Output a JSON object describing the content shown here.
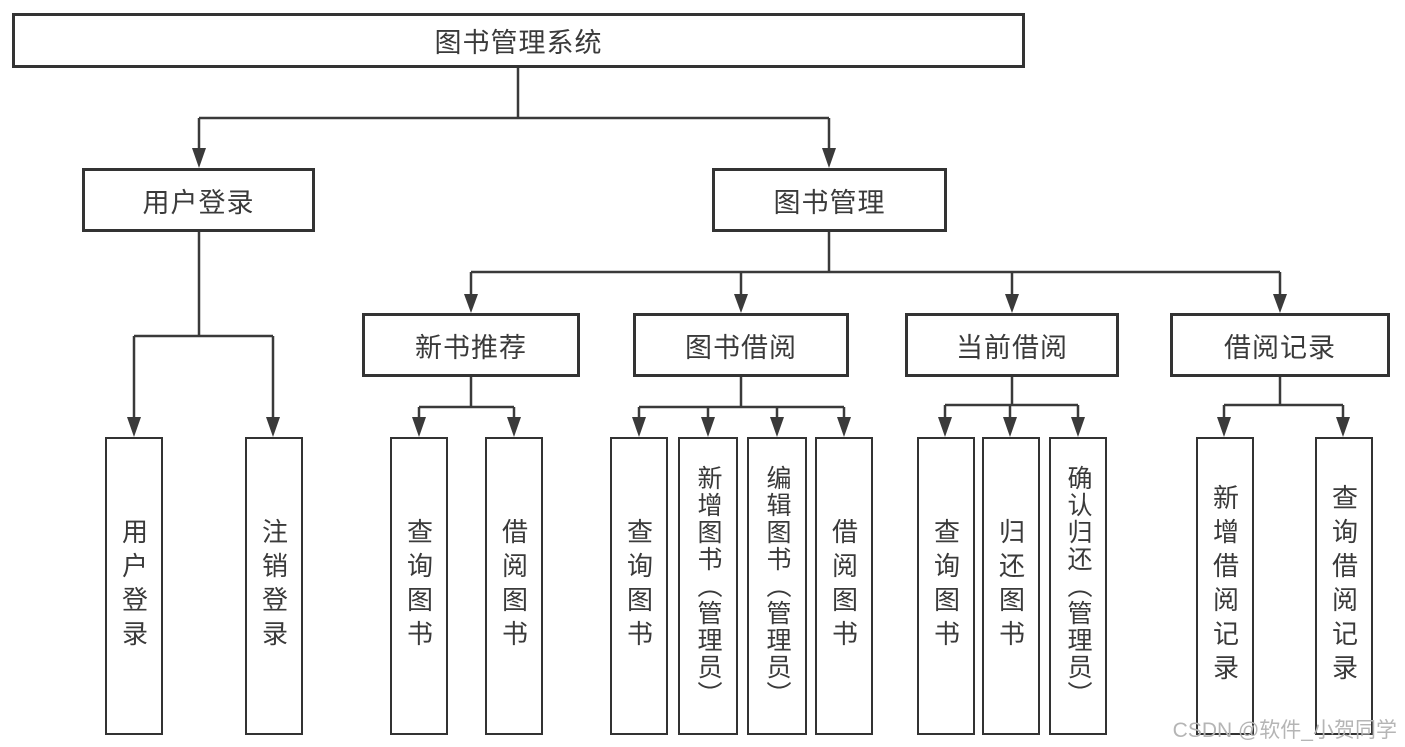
{
  "nodes": {
    "root": {
      "label": "图书管理系统"
    },
    "level2": [
      {
        "label": "用户登录"
      },
      {
        "label": "图书管理"
      }
    ],
    "level3": [
      {
        "label": "新书推荐",
        "parent": "图书管理"
      },
      {
        "label": "图书借阅",
        "parent": "图书管理"
      },
      {
        "label": "当前借阅",
        "parent": "图书管理"
      },
      {
        "label": "借阅记录",
        "parent": "图书管理"
      }
    ],
    "leaves": [
      {
        "label": "用户登录",
        "parent": "用户登录"
      },
      {
        "label": "注销登录",
        "parent": "用户登录"
      },
      {
        "label": "查询图书",
        "parent": "新书推荐"
      },
      {
        "label": "借阅图书",
        "parent": "新书推荐"
      },
      {
        "label": "查询图书",
        "parent": "图书借阅"
      },
      {
        "label": "新增图书（管理员）",
        "parent": "图书借阅"
      },
      {
        "label": "编辑图书（管理员）",
        "parent": "图书借阅"
      },
      {
        "label": "借阅图书",
        "parent": "图书借阅"
      },
      {
        "label": "查询图书",
        "parent": "当前借阅"
      },
      {
        "label": "归还图书",
        "parent": "当前借阅"
      },
      {
        "label": "确认归还（管理员）",
        "parent": "当前借阅"
      },
      {
        "label": "新增借阅记录",
        "parent": "借阅记录"
      },
      {
        "label": "查询借阅记录",
        "parent": "借阅记录"
      }
    ]
  },
  "watermark": {
    "text": "CSDN @软件_小贺同学"
  },
  "colors": {
    "line": "#3a3a3a",
    "border": "#333333",
    "text": "#3a3a3a",
    "background": "#ffffff",
    "watermark": "#b5b5b5"
  }
}
